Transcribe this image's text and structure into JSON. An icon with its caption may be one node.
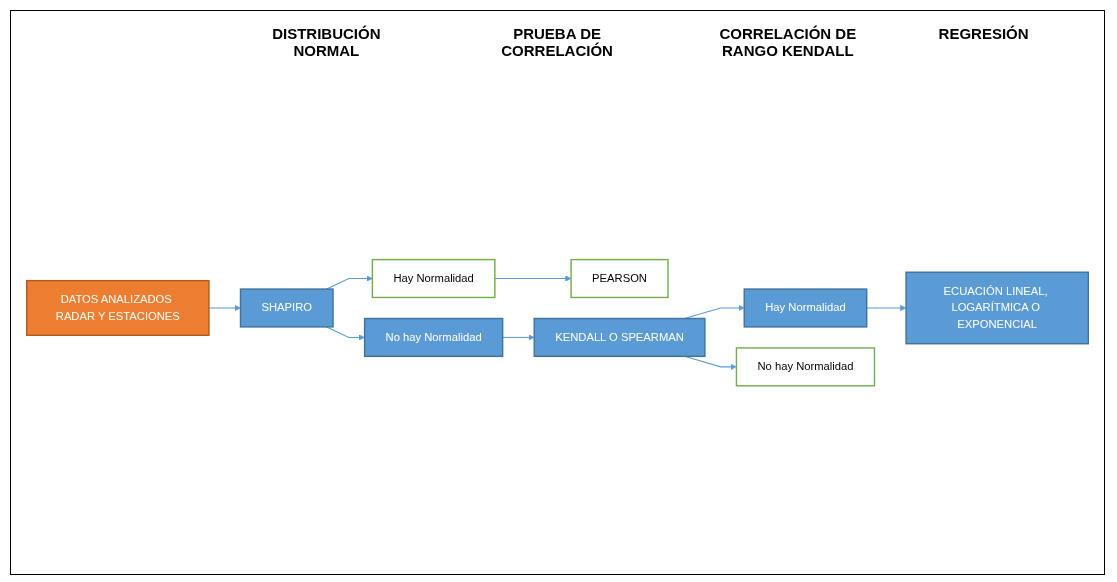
{
  "diagram": {
    "nodes": [
      {
        "text": [
          "DATOS ANALIZADOS RADAR Y ESTACIONES"
        ]
      },
      {
        "text": [
          "SHAPIRO"
        ]
      },
      {
        "text": [
          "Hay Normalidad"
        ]
      },
      {
        "text": [
          "No hay Normalidad"
        ]
      },
      {
        "text": [
          "PEARSON"
        ]
      },
      {
        "text": [
          "KENDALL O SPEARMAN"
        ]
      },
      {
        "text": [
          "Hay Normalidad"
        ]
      },
      {
        "text": [
          "No hay Normalidad"
        ]
      },
      {
        "text": [
          "ECUACIÓN LINEAL, LOGARÍTMICA O EXPONENCIAL"
        ]
      }
    ],
    "edges": [
      {
        "from": 0,
        "to": 1,
        "arrow": "to"
      },
      {
        "from": 1,
        "to": 2,
        "arrow": "to"
      },
      {
        "from": 1,
        "to": 3,
        "arrow": "to"
      },
      {
        "from": 2,
        "to": 4,
        "arrow": "to"
      },
      {
        "from": 3,
        "to": 5,
        "arrow": "to"
      },
      {
        "from": 5,
        "to": 6,
        "arrow": "to"
      },
      {
        "from": 5,
        "to": 7,
        "arrow": "to"
      },
      {
        "from": 6,
        "to": 8,
        "arrow": "to"
      }
    ],
    "labels": [
      "DISTRIBUCIÓN NORMAL",
      "PRUEBA DE CORRELACIÓN",
      "CORRELACIÓN DE RANGO KENDALL",
      "REGRESIÓN"
    ]
  }
}
